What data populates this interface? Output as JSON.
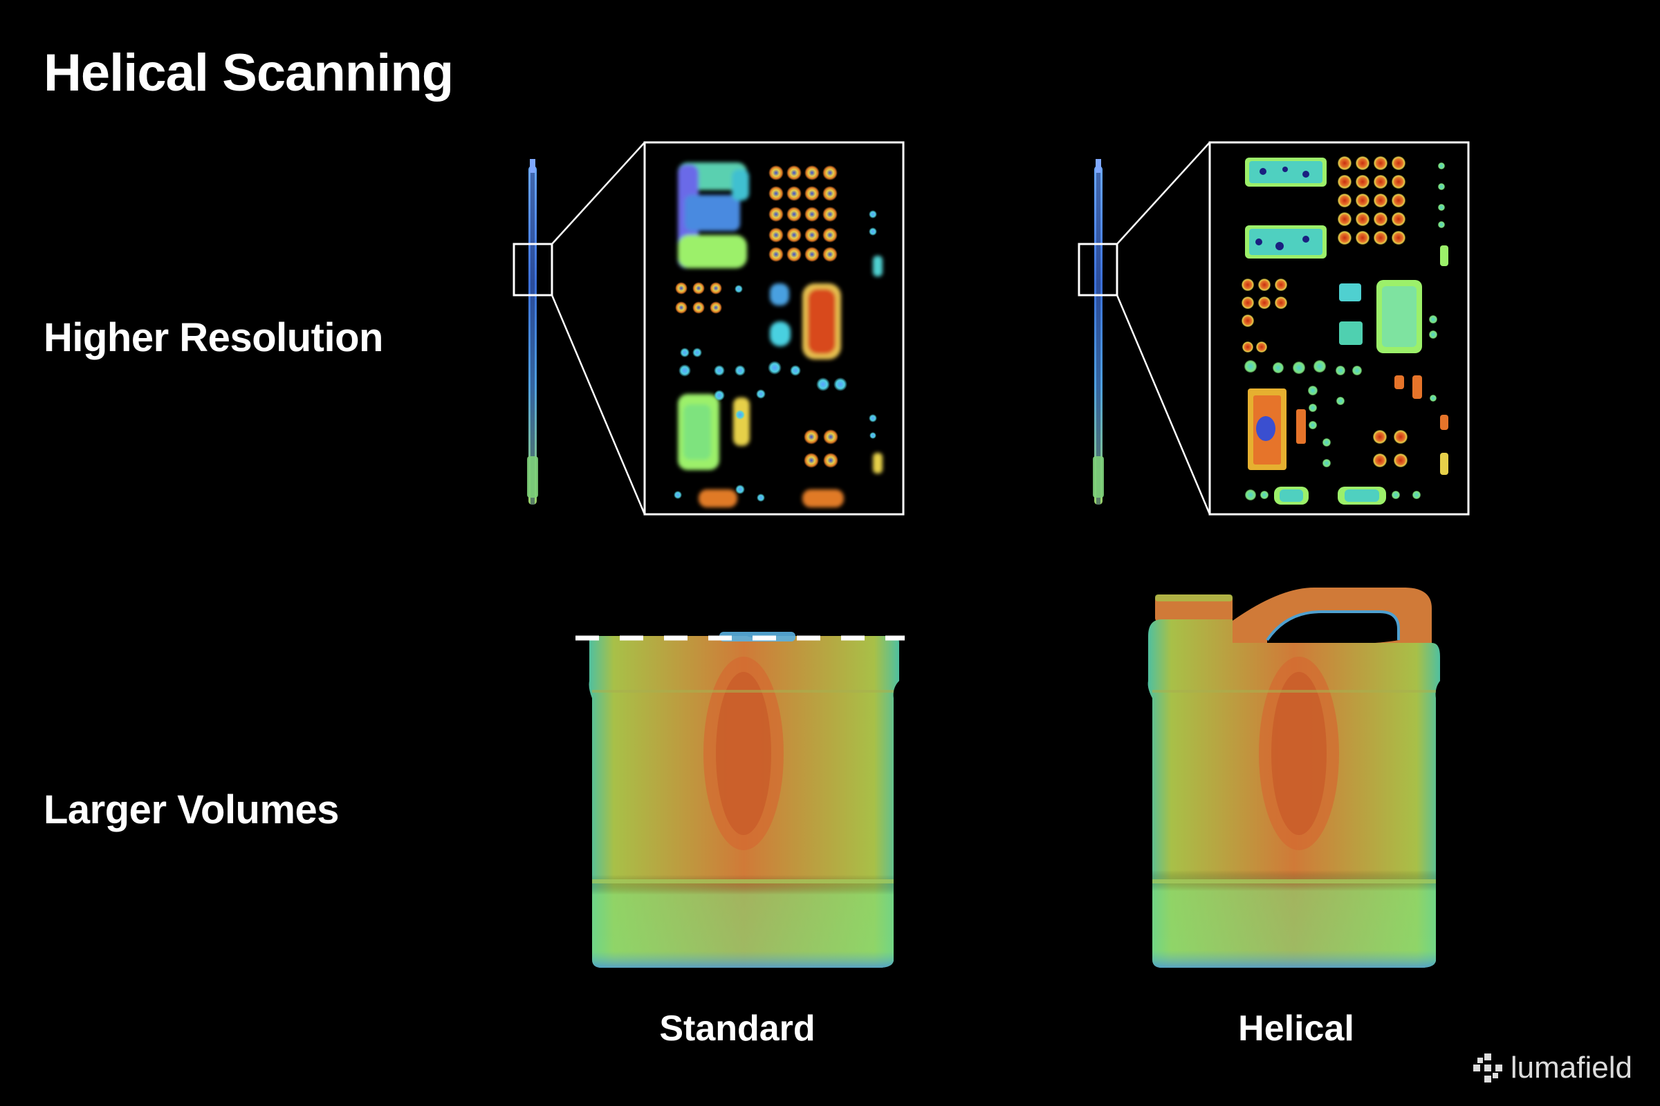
{
  "title": "Helical Scanning",
  "rows": {
    "resolution_label": "Higher Resolution",
    "volume_label": "Larger Volumes"
  },
  "columns": {
    "standard_label": "Standard",
    "helical_label": "Helical"
  },
  "brand": {
    "name": "lumafield",
    "icon": "lumafield-logo-icon"
  },
  "colors": {
    "background": "#000000",
    "text": "#ffffff",
    "frame": "#ffffff",
    "colormap_low": "#3b4cc0",
    "colormap_mid": "#7ee37e",
    "colormap_high": "#d8491f"
  }
}
